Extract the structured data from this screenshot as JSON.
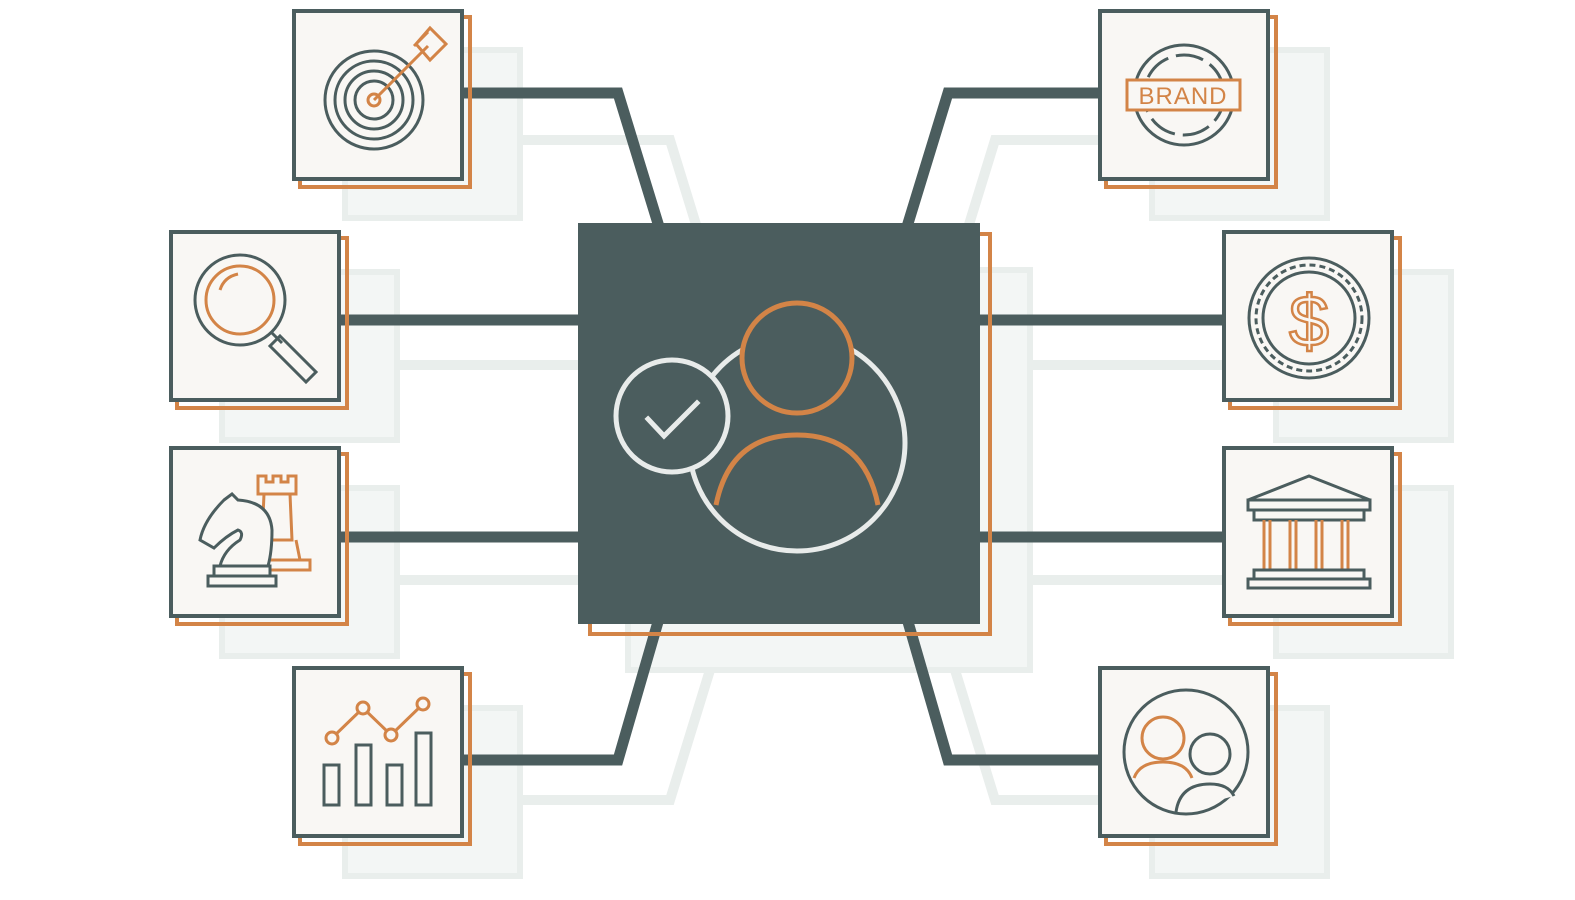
{
  "colors": {
    "primary": "#4b5d5e",
    "accent": "#d38447",
    "ghost": "#e9eeec",
    "tile_bg": "#f9f7f4",
    "hub_line": "#e8ebea"
  },
  "hub": {
    "icon": "verified-user-icon"
  },
  "nodes": [
    {
      "icon": "target-arrow-icon",
      "side": "left"
    },
    {
      "icon": "magnifying-glass-icon",
      "side": "left"
    },
    {
      "icon": "chess-pieces-icon",
      "side": "left"
    },
    {
      "icon": "growth-chart-icon",
      "side": "left"
    },
    {
      "icon": "brand-stamp-icon",
      "side": "right",
      "label": "BRAND"
    },
    {
      "icon": "dollar-coin-icon",
      "side": "right",
      "label": "$"
    },
    {
      "icon": "bank-building-icon",
      "side": "right"
    },
    {
      "icon": "community-people-icon",
      "side": "right"
    }
  ]
}
